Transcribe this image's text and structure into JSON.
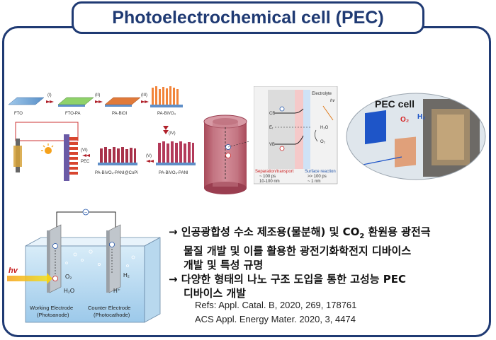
{
  "title": "Photoelectrochemical cell (PEC)",
  "synthesis": {
    "steps": [
      "(I)",
      "(II)",
      "(III)",
      "(IV)",
      "(V)",
      "(VI)"
    ],
    "labels": [
      "FTO",
      "FTO-PA",
      "PA-BiOI",
      "PA-BiVO₄",
      "PA-BiVO₄-PANI",
      "PA-BiVO₄-PANI@CoPi",
      "PEC"
    ]
  },
  "band": {
    "cb": "CB",
    "ef": "Eᵣ",
    "vb": "VB",
    "electrolyte": "Electrolyte",
    "hv": "hv",
    "h2o": "H₂O",
    "o2": "O₂",
    "sep_title": "Separation/transport",
    "sep_1": "~ 100 ps",
    "sep_2": "10-100 nm",
    "surf_title": "Surface reaction",
    "surf_1": ">> 100 ps",
    "surf_2": "~ 1 nm"
  },
  "photo": {
    "label": "PEC cell",
    "o2": "O₂",
    "h2": "H₂"
  },
  "cell": {
    "hv": "hv",
    "o2": "O₂",
    "h2o": "H₂O",
    "h2": "H₂",
    "hplus": "H⁺",
    "we_1": "Working Electrode",
    "we_2": "(Photoanode)",
    "ce_1": "Counter Electrode",
    "ce_2": "(Photocathode)"
  },
  "bullets": {
    "b1_a": "→ 인공광합성 수소 제조용(물분해) 및 CO",
    "b1_sub": "2",
    "b1_b": " 환원용 광전극",
    "b1_c": "물질 개발 및 이를 활용한 광전기화학전지 디바이스",
    "b1_d": "개발 및 특성 규명",
    "b2_a": "→ 다양한 형태의 나노 구조 도입을 통한 고성능 PEC",
    "b2_b": "디바이스 개발"
  },
  "refs": [
    "Refs: Appl. Catal. B, 2020, 269, 178761",
    "ACS Appl. Energy Mater. 2020, 3, 4474"
  ]
}
